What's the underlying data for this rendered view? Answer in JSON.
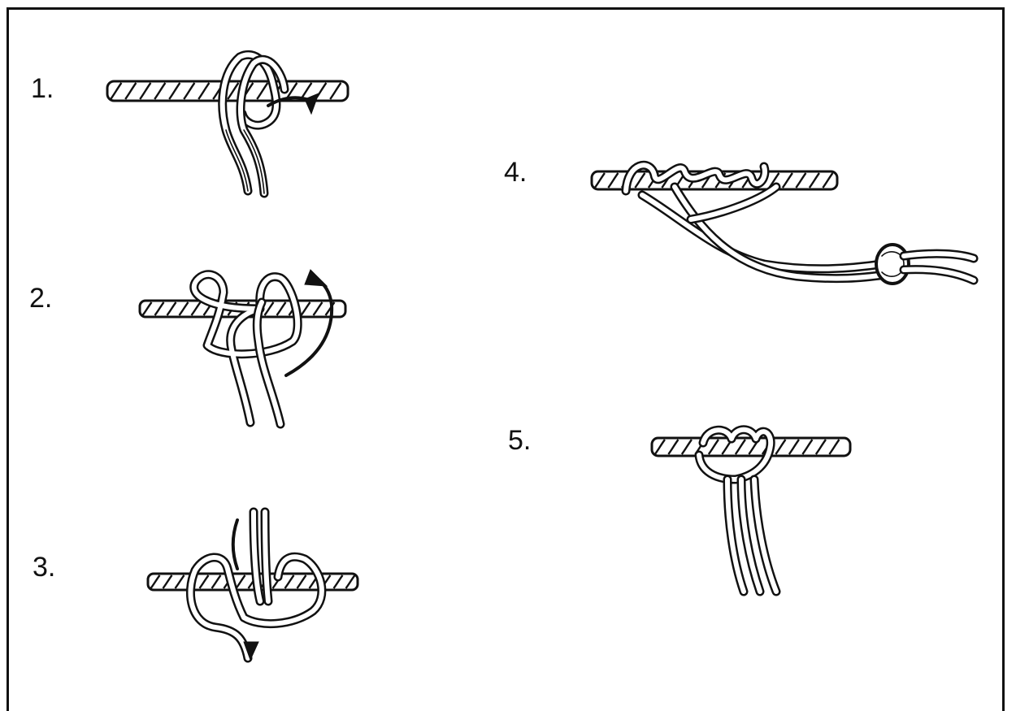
{
  "steps": [
    {
      "label": "1."
    },
    {
      "label": "2."
    },
    {
      "label": "3."
    },
    {
      "label": "4."
    },
    {
      "label": "5."
    }
  ],
  "colors": {
    "ink": "#111111",
    "paper": "#ffffff"
  }
}
